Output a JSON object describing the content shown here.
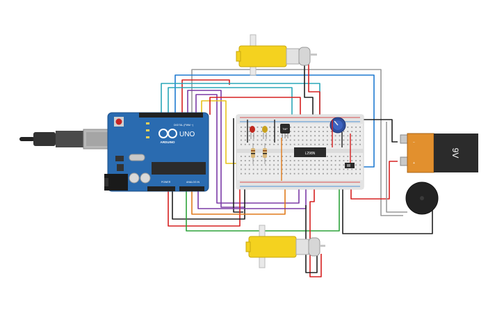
{
  "arduino": {
    "brand_label": "UNO",
    "logo_text": "ARDUINO",
    "digital_label": "DIGITAL (PWM ~)",
    "power_label": "POWER",
    "analog_label": "ANALOG IN"
  },
  "driver_chip": {
    "label": "L298N"
  },
  "temp_sensor": {
    "label": "TMP"
  },
  "battery": {
    "label": "9V"
  },
  "colors": {
    "board": "#2a6bb0",
    "breadboard": "#ededed",
    "motor_yellow": "#f4d21f",
    "wire_red": "#d62020",
    "wire_black": "#202020",
    "wire_purple": "#7b3aa6",
    "wire_orange": "#e07a1a",
    "wire_green": "#2da33a",
    "wire_teal": "#2aa7b8",
    "wire_gray": "#9a9a9a",
    "wire_blue": "#1f7ad1",
    "wire_yellow": "#e8c21a"
  }
}
